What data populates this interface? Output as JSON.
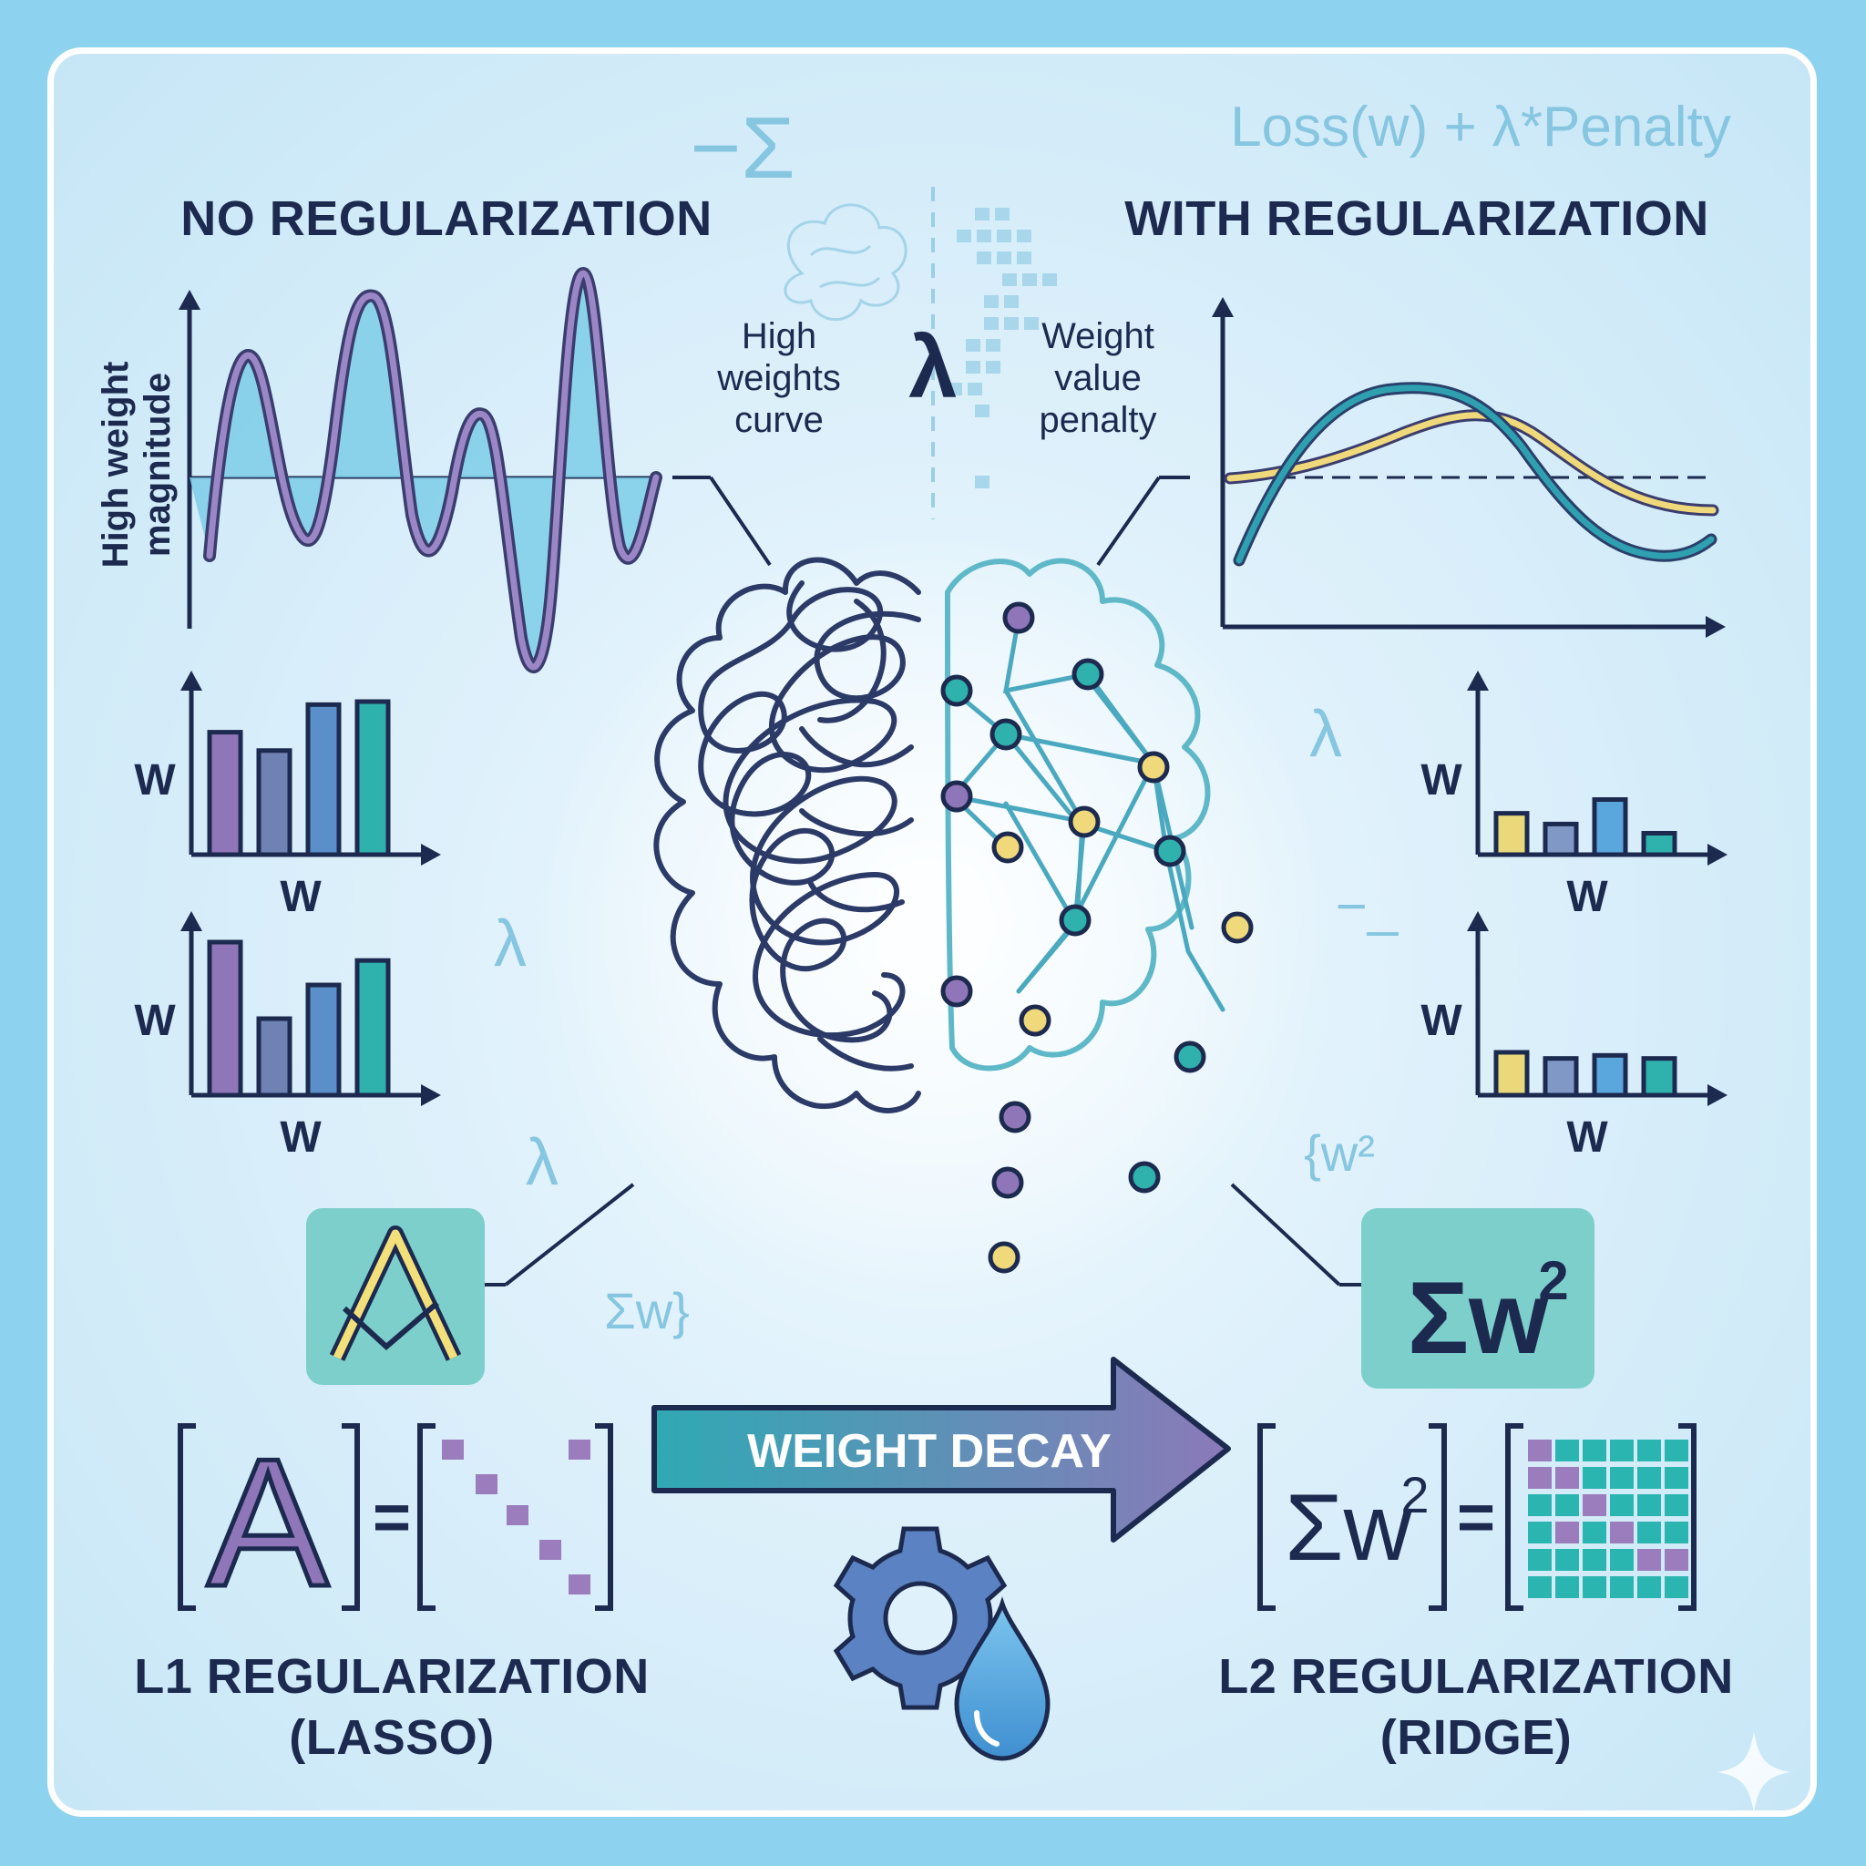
{
  "formula_top": "Loss(w) + λ*Penalty",
  "left_heading": "NO REGULARIZATION",
  "right_heading": "WITH REGULARIZATION",
  "left_axis_label_line1": "High weight",
  "left_axis_label_line2": "magnitude",
  "center_left_label": [
    "High",
    "weights",
    "curve"
  ],
  "center_right_label": [
    "Weight",
    "value",
    "penalty"
  ],
  "lambda_symbol": "λ",
  "faint_symbols": {
    "top_sigma": "−Σ",
    "lambda_left_1": "λ",
    "lambda_left_2": "λ",
    "lambda_right": "λ",
    "dashes_right": "−_",
    "sum_w_left": "Σw}",
    "w2_right": "{w²"
  },
  "bar_axis_label": "W",
  "left_bars_top": [
    {
      "value": 0.8,
      "color": "#8f76b8"
    },
    {
      "value": 0.68,
      "color": "#6f82b3"
    },
    {
      "value": 0.98,
      "color": "#5a8fc9"
    },
    {
      "value": 1.0,
      "color": "#2fb1ad"
    }
  ],
  "left_bars_bottom": [
    {
      "value": 1.0,
      "color": "#8f76b8"
    },
    {
      "value": 0.5,
      "color": "#6f82b3"
    },
    {
      "value": 0.72,
      "color": "#5a8fc9"
    },
    {
      "value": 0.88,
      "color": "#2fb1ad"
    }
  ],
  "right_bars_top": [
    {
      "value": 0.27,
      "color": "#e9d97a"
    },
    {
      "value": 0.2,
      "color": "#7f98c5"
    },
    {
      "value": 0.36,
      "color": "#59a7dd"
    },
    {
      "value": 0.14,
      "color": "#2fb1ad"
    }
  ],
  "right_bars_bottom": [
    {
      "value": 0.28,
      "color": "#e9d97a"
    },
    {
      "value": 0.24,
      "color": "#7f98c5"
    },
    {
      "value": 0.26,
      "color": "#59a7dd"
    },
    {
      "value": 0.24,
      "color": "#2fb1ad"
    }
  ],
  "l1_symbol": "A",
  "l2_symbol": "Σw",
  "l2_exponent": "2",
  "equals": "=",
  "arrow_label": "WEIGHT DECAY",
  "l1_title_line1": "L1 REGULARIZATION",
  "l1_title_line2": "(LASSO)",
  "l2_title_line1": "L2 REGULARIZATION",
  "l2_title_line2": "(RIDGE)",
  "colors": {
    "navy": "#1d2a4f",
    "purple": "#8f76b8",
    "teal": "#2fb1ad",
    "yellow": "#e9d97a",
    "cyan_fill": "#7ccde7",
    "background_outer": "#8dd3ef"
  },
  "icons": [
    "brain-scribble-icon",
    "brain-network-icon",
    "gear-icon",
    "water-drop-icon",
    "sparkle-icon"
  ]
}
